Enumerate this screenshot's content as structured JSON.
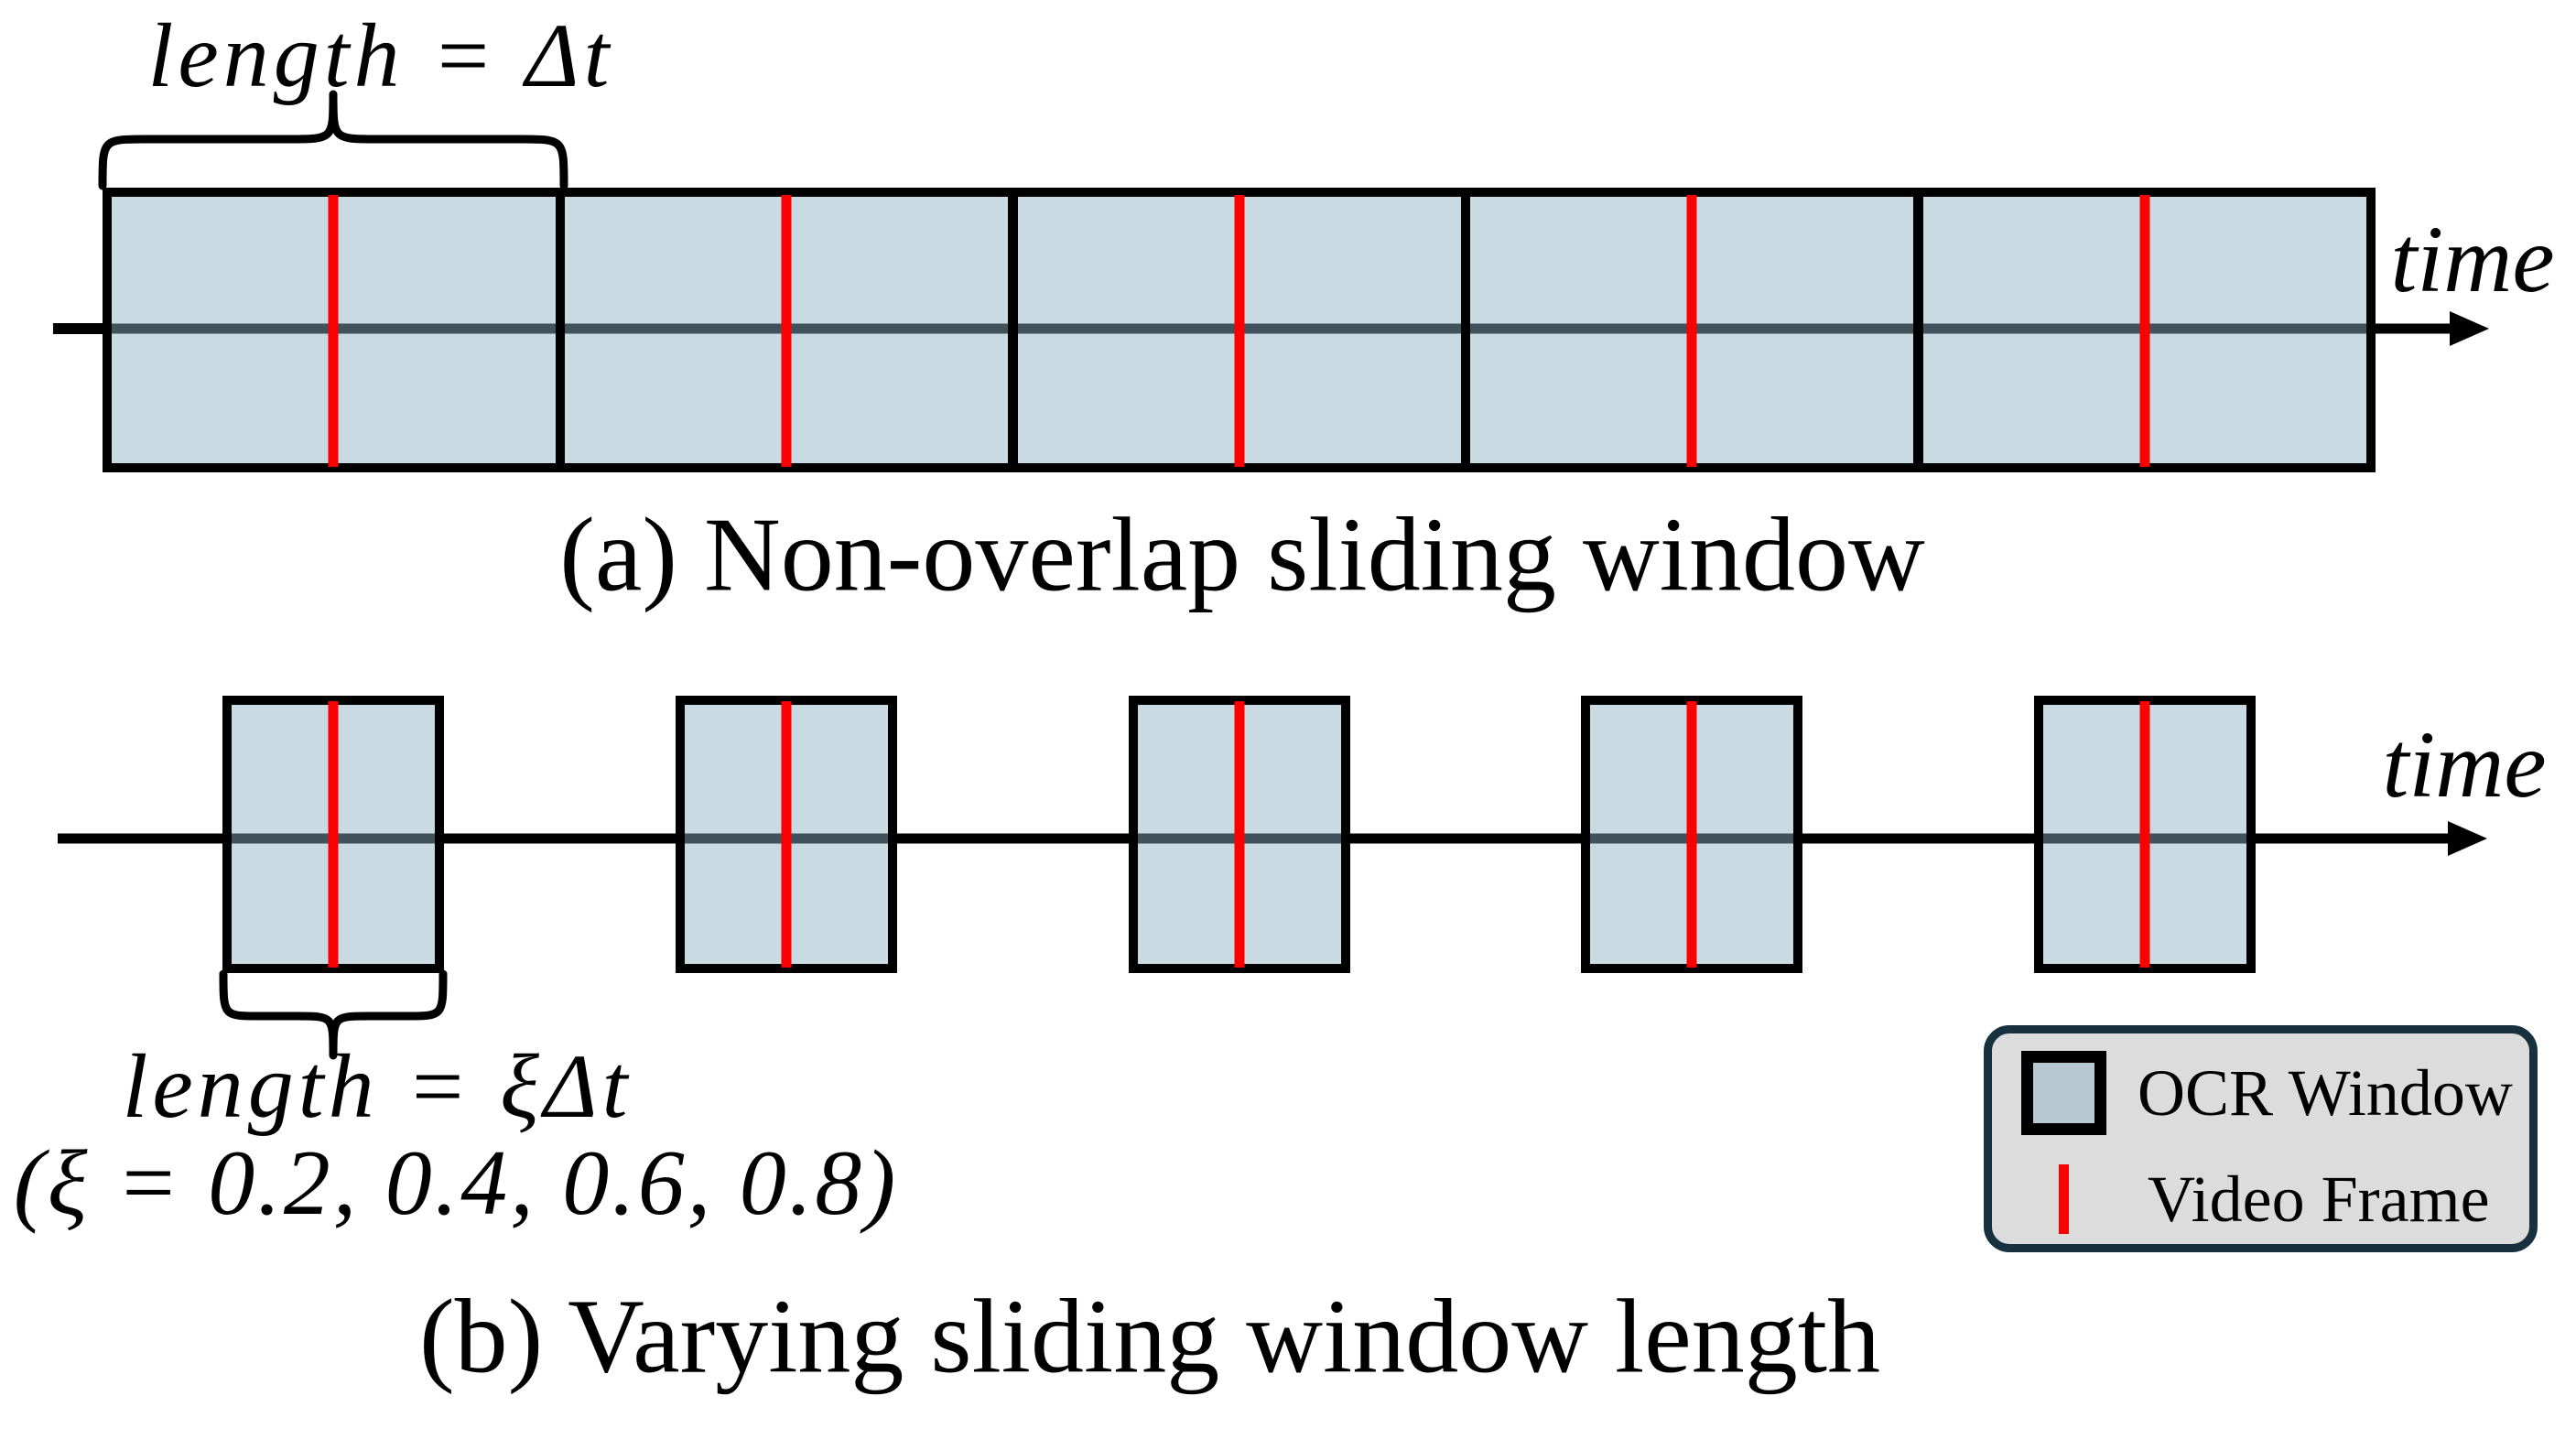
{
  "colors": {
    "window_fill": "#cadae2",
    "window_border": "#000000",
    "axis": "#000000",
    "axis_through_window": "#42525c",
    "frame_red": "#fb0000",
    "legend_bg": "#dcdcdc",
    "legend_border": "#17323e",
    "legend_swatch_fill": "#b7c8d0",
    "text": "#000000"
  },
  "row_a": {
    "length_label": "length = Δt",
    "time_label": "time",
    "caption": "(a) Non-overlap sliding window",
    "window_count": 5
  },
  "row_b": {
    "length_label": "length = ξΔt",
    "xi_values_label": "(ξ = 0.2, 0.4, 0.6, 0.8)",
    "time_label": "time",
    "caption": "(b) Varying sliding window length",
    "window_count": 5
  },
  "legend": {
    "items": [
      {
        "icon": "ocr-window-swatch",
        "label": "OCR Window"
      },
      {
        "icon": "video-frame-swatch",
        "label": "Video Frame"
      }
    ]
  }
}
